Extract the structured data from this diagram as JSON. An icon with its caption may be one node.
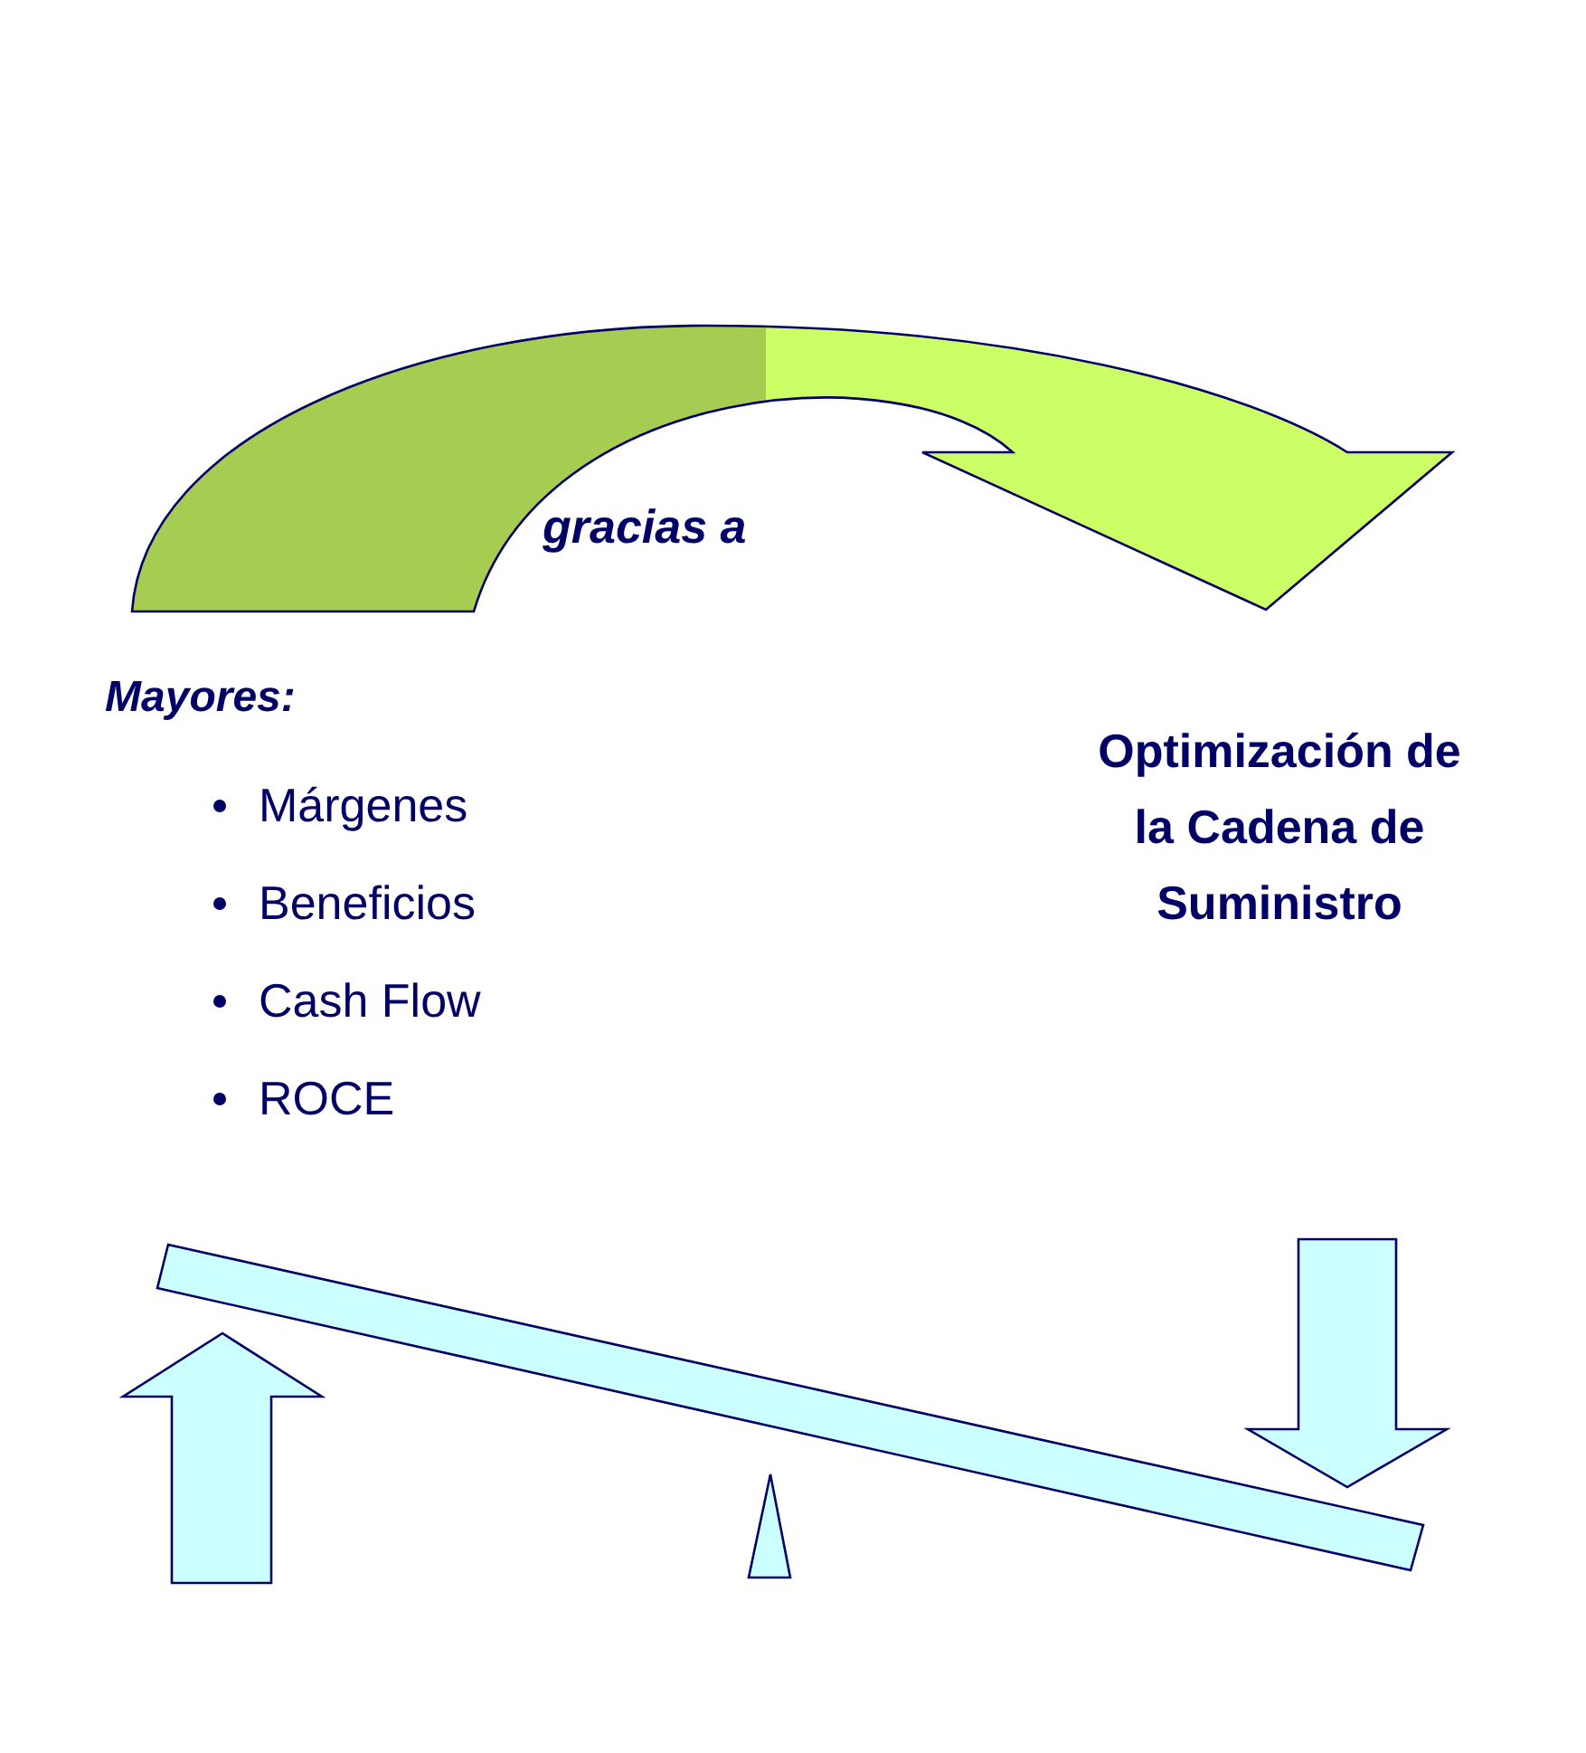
{
  "diagram": {
    "nodes": [
      {
        "text": [
          "Mayores:",
          "Márgenes",
          "Beneficios",
          "Cash Flow",
          "ROCE"
        ]
      },
      {
        "text": [
          "Optimización de la Cadena de Suministro"
        ]
      }
    ],
    "edges": [
      {
        "from": 0,
        "to": 1,
        "arrow": "to",
        "label": "gracias a"
      }
    ]
  }
}
